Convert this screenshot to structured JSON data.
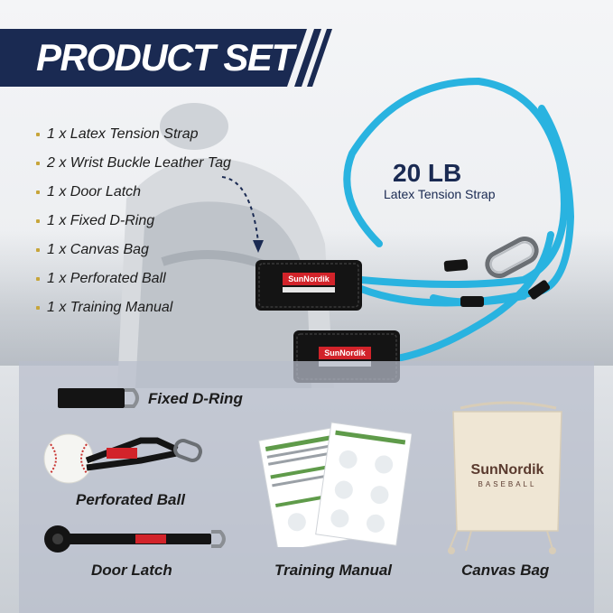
{
  "banner": {
    "title": "PRODUCT SET"
  },
  "contents": [
    "1 x Latex Tension Strap",
    "2 x Wrist Buckle Leather Tag",
    "1 x Door Latch",
    "1 x Fixed D-Ring",
    "1 x Canvas Bag",
    "1 x Perforated Ball",
    "1 x Training Manual"
  ],
  "strap": {
    "weight": "20 LB",
    "caption": "Latex Tension Strap"
  },
  "brand": {
    "name": "SunNordik",
    "sub": "BASEBALL"
  },
  "accessories": {
    "fixed_d_ring": "Fixed D-Ring",
    "perforated_ball": "Perforated Ball",
    "door_latch": "Door Latch",
    "training_manual": "Training Manual",
    "canvas_bag": "Canvas Bag"
  },
  "colors": {
    "banner": "#1a2a52",
    "band": "#29b3e0",
    "cuff": "#141414",
    "label_red": "#d2232a"
  }
}
